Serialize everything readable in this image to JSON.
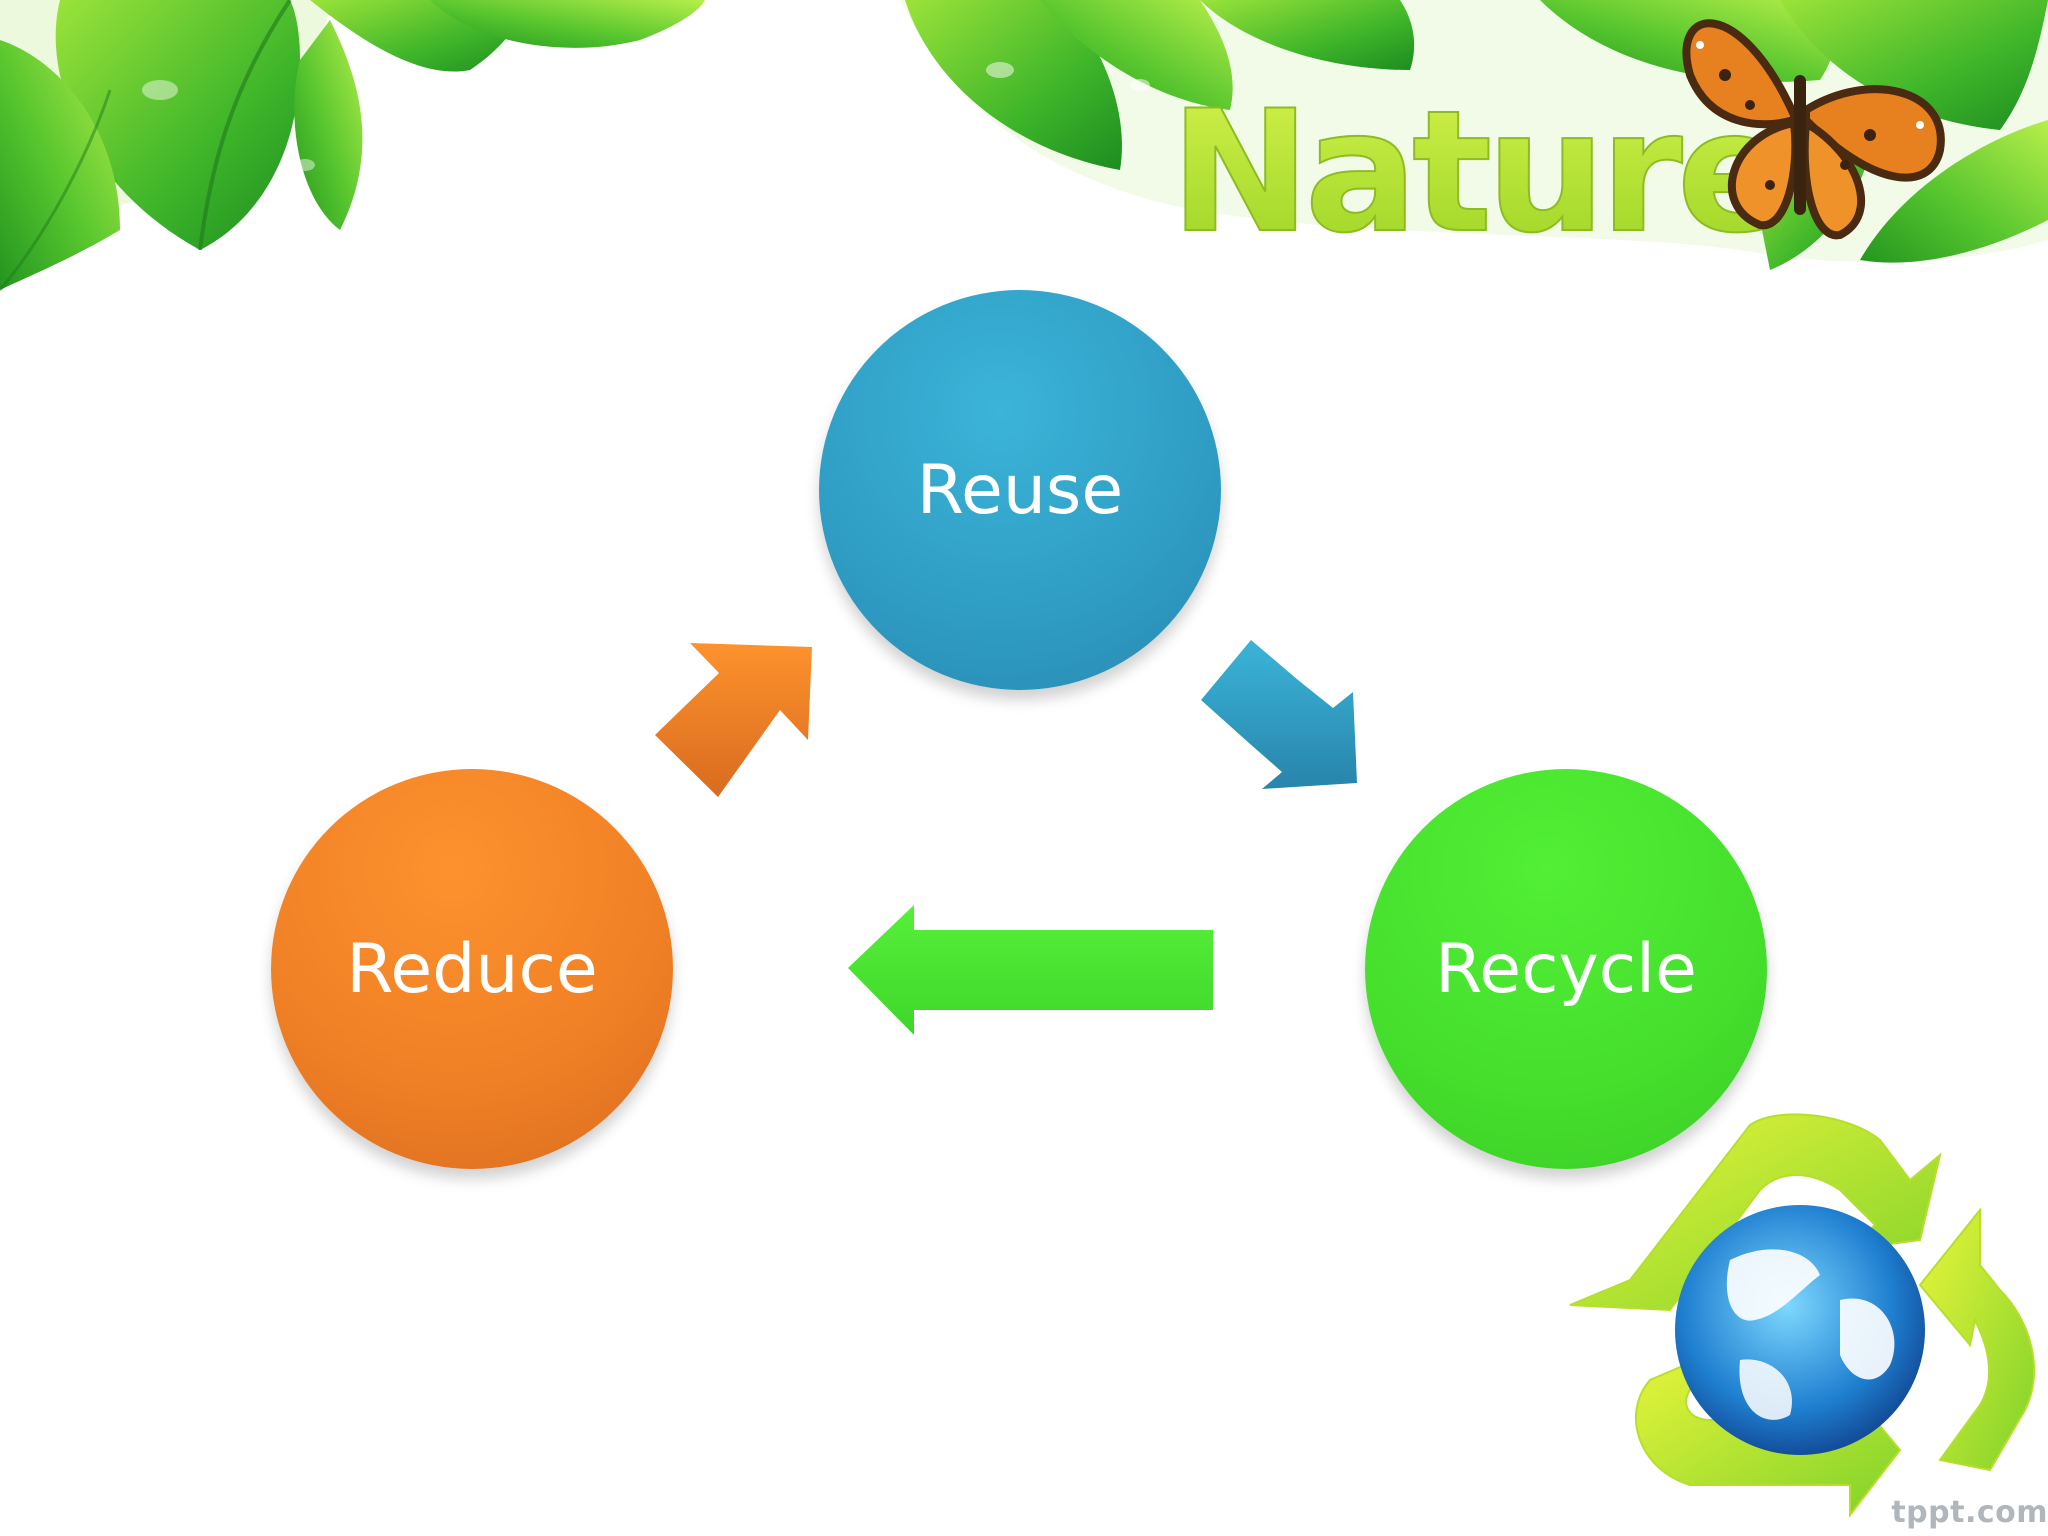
{
  "slide": {
    "logo_text": "Nature",
    "footer_text": "tppt.com"
  },
  "cycle": {
    "nodes": [
      {
        "label": "Reuse",
        "color": "#2f9cc3"
      },
      {
        "label": "Recycle",
        "color": "#45df2c"
      },
      {
        "label": "Reduce",
        "color": "#ef7f25"
      }
    ],
    "arrow_colors": {
      "reuse_to_recycle": "#2f9cc3",
      "recycle_to_reduce": "#45df2c",
      "reduce_to_reuse": "#ef7f25"
    }
  },
  "icons": [
    "leaf-icon",
    "butterfly-icon",
    "recycle-globe-icon"
  ]
}
